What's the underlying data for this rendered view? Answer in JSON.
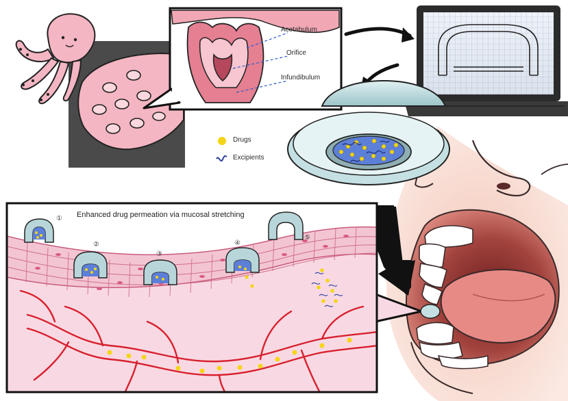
{
  "inset": {
    "labels": {
      "acetabulum": "Acetabulum",
      "orifice": "Orifice",
      "infundibulum": "Infundibulum"
    }
  },
  "legend": {
    "drugs": "Drugs",
    "excipients": "Excipients"
  },
  "mucosa": {
    "title": "Enhanced drug permeation  via mucosal stretching",
    "steps": [
      "①",
      "②",
      "③",
      "④",
      "⑤"
    ]
  },
  "colors": {
    "octopus": "#f4b6c2",
    "mucosa": "#f3c5d3",
    "tissue": "#f8d9e3",
    "vessel": "#d8202e",
    "drug": "#f5d515",
    "excipient": "#2b3f9e",
    "device": "#a9cfd2"
  }
}
